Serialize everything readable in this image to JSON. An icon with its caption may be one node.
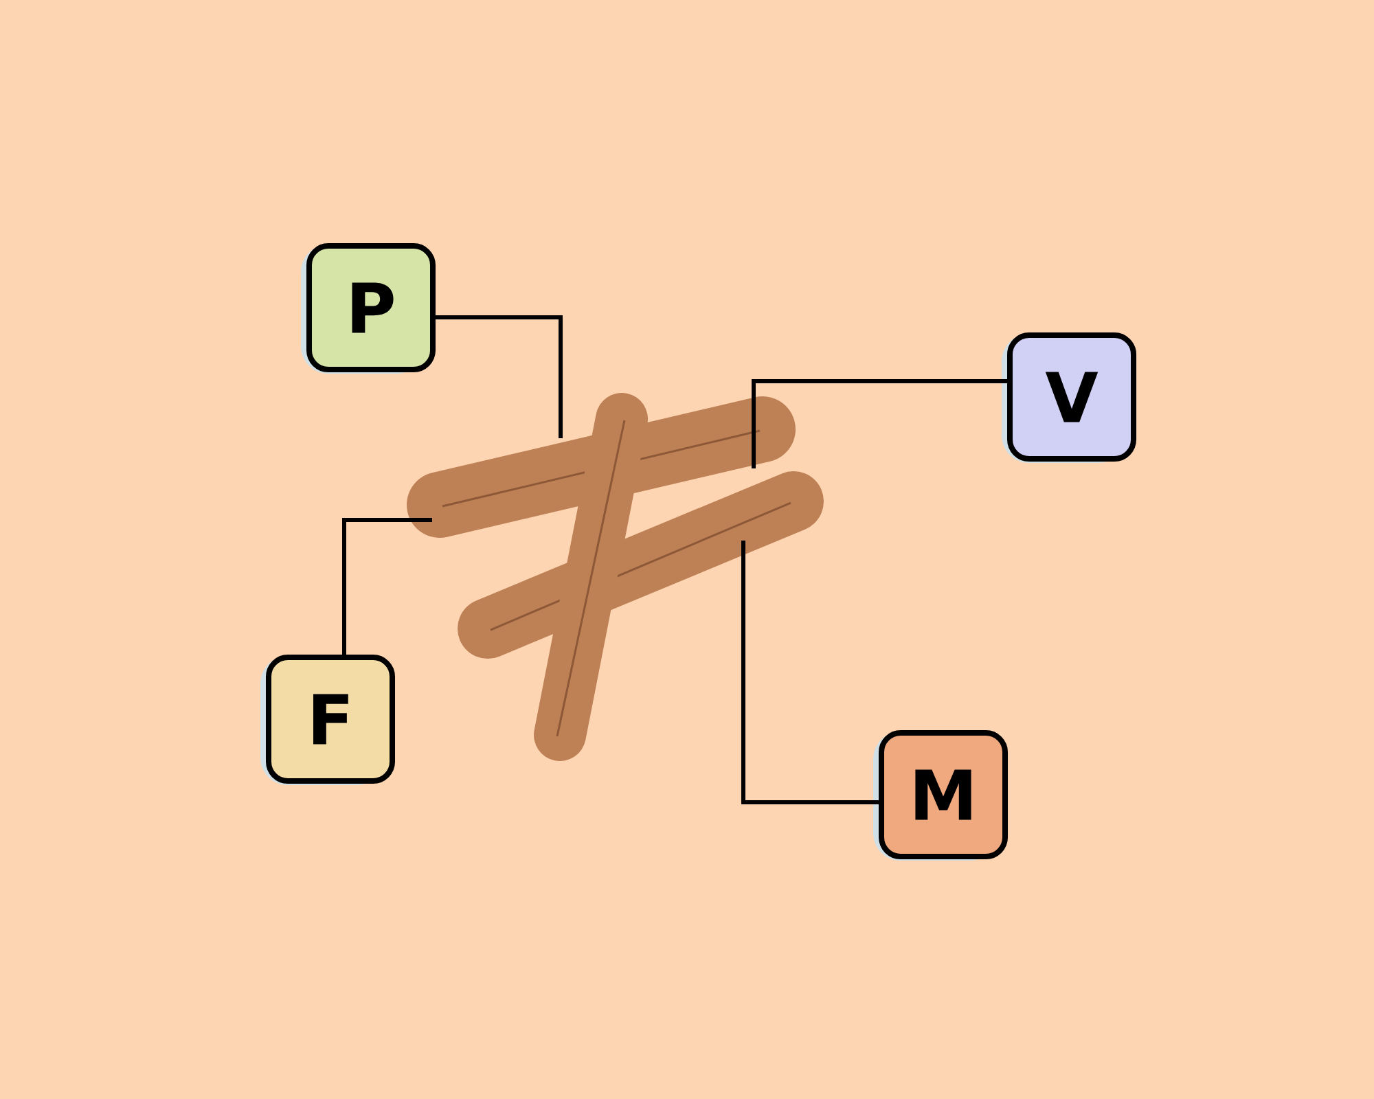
{
  "diagram": {
    "nodes": [
      {
        "text": [
          "P"
        ]
      },
      {
        "text": [
          "V"
        ]
      },
      {
        "text": [],
        "shape": "picture"
      },
      {
        "text": [
          "F"
        ]
      },
      {
        "text": [
          "M"
        ]
      }
    ],
    "edges": [
      {
        "from": 0,
        "to": 2,
        "arrow": "none"
      },
      {
        "from": 1,
        "to": 2,
        "arrow": "none"
      },
      {
        "from": 3,
        "to": 2,
        "arrow": "none"
      },
      {
        "from": 4,
        "to": 2,
        "arrow": "none"
      }
    ]
  }
}
